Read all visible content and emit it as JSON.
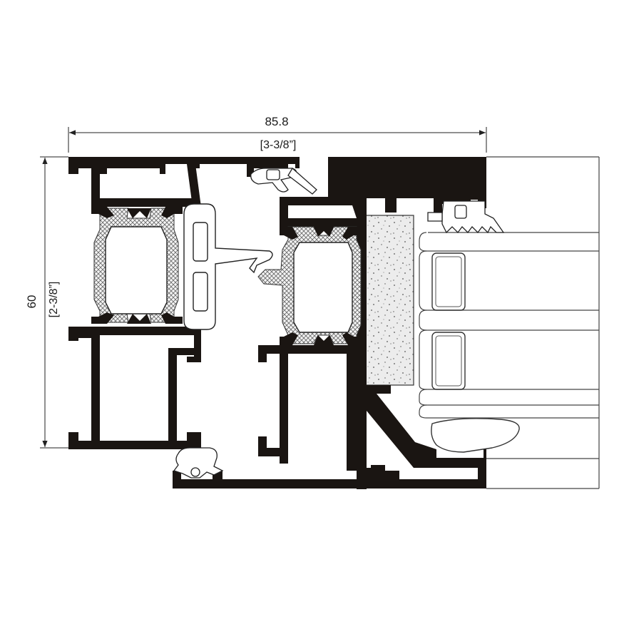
{
  "dimensions": {
    "width_mm": "85.8",
    "width_in": "[3-3/8”]",
    "height_mm": "60",
    "height_in": "[2-3/8”]"
  },
  "colors": {
    "metal": "#1a1512",
    "line": "#333333",
    "thermal_break": "#555555",
    "foam": "#e6e6e6"
  }
}
